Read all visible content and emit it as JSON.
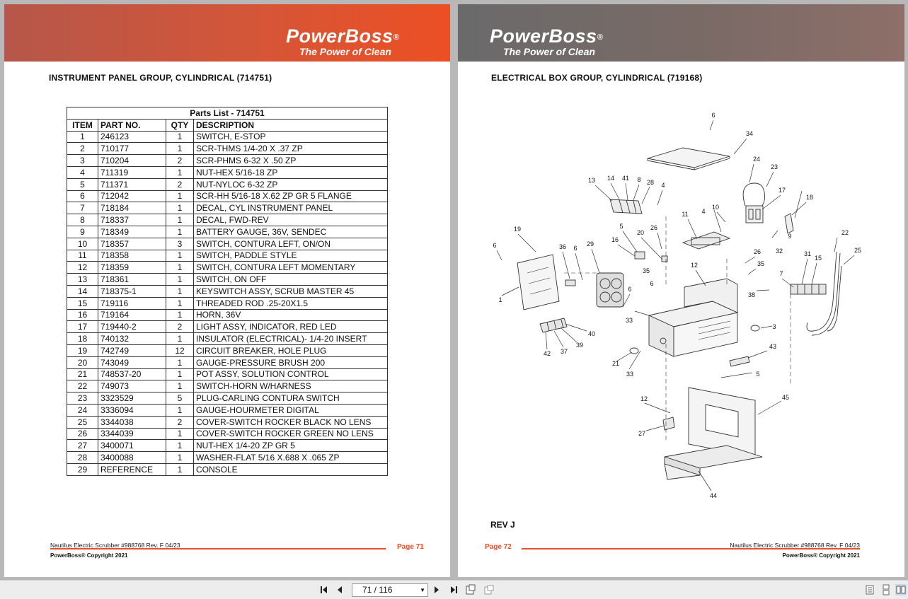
{
  "left_page": {
    "brand": "PowerBoss",
    "brand_mark": "®",
    "tagline": "The Power of Clean",
    "title": "INSTRUMENT PANEL GROUP, CYLINDRICAL (714751)",
    "table_caption": "Parts List - 714751",
    "columns": [
      "ITEM",
      "PART NO.",
      "QTY",
      "DESCRIPTION"
    ],
    "rows": [
      [
        "1",
        "246123",
        "1",
        "SWITCH, E-STOP"
      ],
      [
        "2",
        "710177",
        "1",
        "SCR-THMS 1/4-20 X .37 ZP"
      ],
      [
        "3",
        "710204",
        "2",
        "SCR-PHMS 6-32 X .50 ZP"
      ],
      [
        "4",
        "711319",
        "1",
        "NUT-HEX 5/16-18 ZP"
      ],
      [
        "5",
        "711371",
        "2",
        "NUT-NYLOC 6-32 ZP"
      ],
      [
        "6",
        "712042",
        "1",
        "SCR-HH 5/16-18 X.62 ZP GR 5 FLANGE"
      ],
      [
        "7",
        "718184",
        "1",
        "DECAL, CYL INSTRUMENT PANEL"
      ],
      [
        "8",
        "718337",
        "1",
        "DECAL, FWD-REV"
      ],
      [
        "9",
        "718349",
        "1",
        "BATTERY GAUGE, 36V, SENDEC"
      ],
      [
        "10",
        "718357",
        "3",
        "SWITCH, CONTURA LEFT, ON/ON"
      ],
      [
        "11",
        "718358",
        "1",
        "SWITCH, PADDLE STYLE"
      ],
      [
        "12",
        "718359",
        "1",
        "SWITCH, CONTURA LEFT MOMENTARY"
      ],
      [
        "13",
        "718361",
        "1",
        "SWITCH, ON OFF"
      ],
      [
        "14",
        "718375-1",
        "1",
        "KEYSWITCH ASSY, SCRUB MASTER 45"
      ],
      [
        "15",
        "719116",
        "1",
        "THREADED ROD .25-20X1.5"
      ],
      [
        "16",
        "719164",
        "1",
        "HORN, 36V"
      ],
      [
        "17",
        "719440-2",
        "2",
        "LIGHT ASSY, INDICATOR, RED LED"
      ],
      [
        "18",
        "740132",
        "1",
        "INSULATOR (ELECTRICAL)- 1/4-20 INSERT"
      ],
      [
        "19",
        "742749",
        "12",
        "CIRCUIT BREAKER, HOLE PLUG"
      ],
      [
        "20",
        "743049",
        "1",
        "GAUGE-PRESSURE BRUSH 200"
      ],
      [
        "21",
        "748537-20",
        "1",
        "POT ASSY, SOLUTION CONTROL"
      ],
      [
        "22",
        "749073",
        "1",
        "SWITCH-HORN W/HARNESS"
      ],
      [
        "23",
        "3323529",
        "5",
        "PLUG-CARLING CONTURA SWITCH"
      ],
      [
        "24",
        "3336094",
        "1",
        "GAUGE-HOURMETER DIGITAL"
      ],
      [
        "25",
        "3344038",
        "2",
        "COVER-SWITCH ROCKER BLACK NO LENS"
      ],
      [
        "26",
        "3344039",
        "1",
        "COVER-SWITCH ROCKER GREEN NO LENS"
      ],
      [
        "27",
        "3400071",
        "1",
        "NUT-HEX 1/4-20 ZP GR 5"
      ],
      [
        "28",
        "3400088",
        "1",
        "WASHER-FLAT 5/16 X.688 X .065 ZP"
      ],
      [
        "29",
        "REFERENCE",
        "1",
        "CONSOLE"
      ]
    ],
    "footer_doc": "Nautilus Electric Scrubber #988768 Rev. F 04/23",
    "footer_copyright": "PowerBoss® Copyright 2021",
    "footer_page": "Page  71"
  },
  "right_page": {
    "brand": "PowerBoss",
    "brand_mark": "®",
    "tagline": "The Power of Clean",
    "title": "ELECTRICAL BOX GROUP, CYLINDRICAL (719168)",
    "rev": "REV J",
    "callouts": [
      "6",
      "34",
      "24",
      "23",
      "17",
      "18",
      "13",
      "14",
      "41",
      "8",
      "28",
      "4",
      "11",
      "4",
      "10",
      "9",
      "32",
      "19",
      "6",
      "36",
      "6",
      "29",
      "5",
      "16",
      "20",
      "26",
      "22",
      "25",
      "26",
      "35",
      "31",
      "15",
      "35",
      "12",
      "7",
      "6",
      "6",
      "38",
      "33",
      "3",
      "40",
      "39",
      "37",
      "42",
      "21",
      "33",
      "43",
      "5",
      "45",
      "12",
      "27",
      "44",
      "1"
    ],
    "footer_doc": "Nautilus Electric Scrubber #988768 Rev. F 04/23",
    "footer_copyright": "PowerBoss® Copyright 2021",
    "footer_page": "Page  72"
  },
  "viewer": {
    "page_indicator": "71 / 116",
    "icons": [
      "first-page-icon",
      "previous-page-icon",
      "next-page-icon",
      "last-page-icon",
      "fit-page-icon",
      "fit-width-icon",
      "single-page-view-icon",
      "continuous-view-icon",
      "two-page-view-icon"
    ]
  }
}
